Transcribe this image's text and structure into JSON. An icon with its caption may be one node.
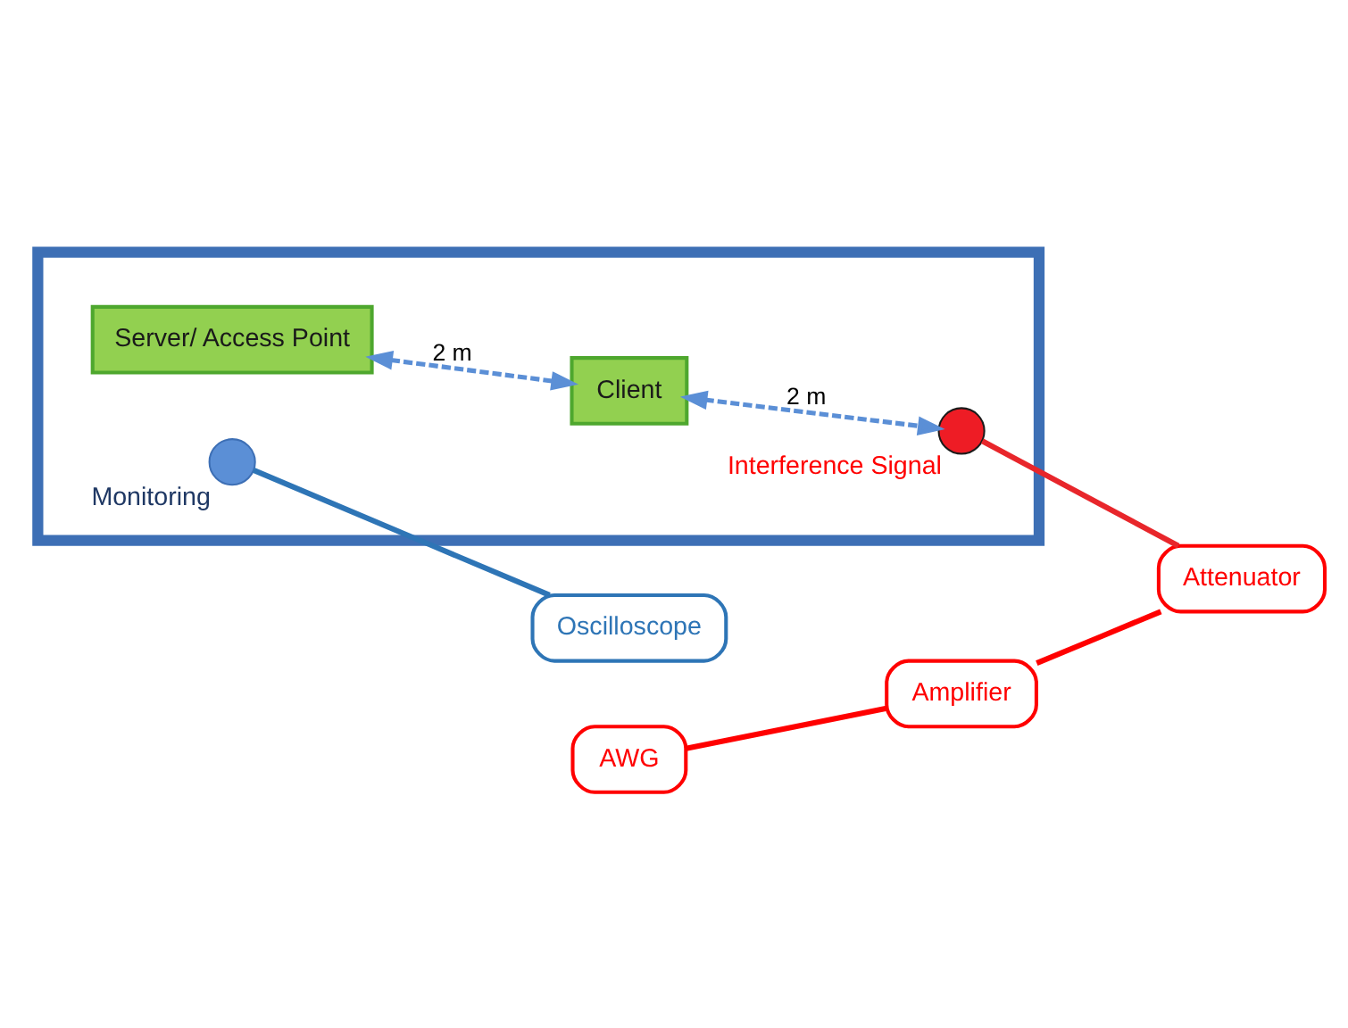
{
  "diagram": {
    "nodes": [
      {
        "text": [],
        "shape": "box"
      },
      {
        "text": [
          "Server/ Access Point"
        ],
        "in": 0
      },
      {
        "text": [],
        "shape": "circle",
        "in": 0,
        "beside": [
          "Monitoring"
        ]
      },
      {
        "text": [
          "Oscilloscope"
        ]
      },
      {
        "text": [
          "Client"
        ],
        "in": 0
      },
      {
        "text": [
          "AWG"
        ]
      },
      {
        "text": [
          "Amplifier"
        ]
      },
      {
        "text": [],
        "shape": "circle",
        "in": 0,
        "beside": [
          "Interference Signal"
        ]
      },
      {
        "text": [
          "Attenuator"
        ]
      }
    ],
    "edges": [
      {
        "from": 1,
        "to": 4,
        "arrow": "both",
        "label": "2 m",
        "style": "dashed",
        "color": "#5b8fd6"
      },
      {
        "from": 4,
        "to": 7,
        "arrow": "both",
        "label": "2 m",
        "style": "dashed",
        "color": "#5b8fd6"
      },
      {
        "from": 2,
        "to": 3,
        "arrow": "none",
        "color": "#2e75b6"
      },
      {
        "from": 5,
        "to": 6,
        "arrow": "none",
        "color": "#ff0000"
      },
      {
        "from": 6,
        "to": 8,
        "arrow": "none",
        "color": "#ff0000"
      },
      {
        "from": 7,
        "to": 8,
        "arrow": "none",
        "color": "#e8262b"
      }
    ]
  }
}
